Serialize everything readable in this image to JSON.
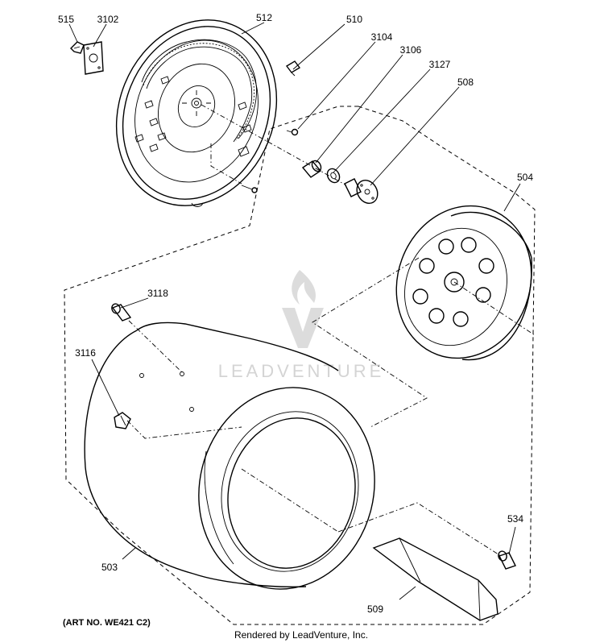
{
  "callouts": {
    "c515": "515",
    "c3102": "3102",
    "c512": "512",
    "c510": "510",
    "c3104": "3104",
    "c3106": "3106",
    "c3127": "3127",
    "c508": "508",
    "c504": "504",
    "c3118": "3118",
    "c3116": "3116",
    "c534": "534",
    "c503": "503",
    "c509": "509"
  },
  "art_number": "(ART NO. WE421 C2)",
  "footer": "Rendered by LeadVenture, Inc.",
  "watermark": {
    "text": "LEADVENTURE",
    "icon": "flame-v-logo-icon"
  },
  "colors": {
    "line": "#000000",
    "watermark": "#d4d4d4",
    "background": "#ffffff"
  }
}
